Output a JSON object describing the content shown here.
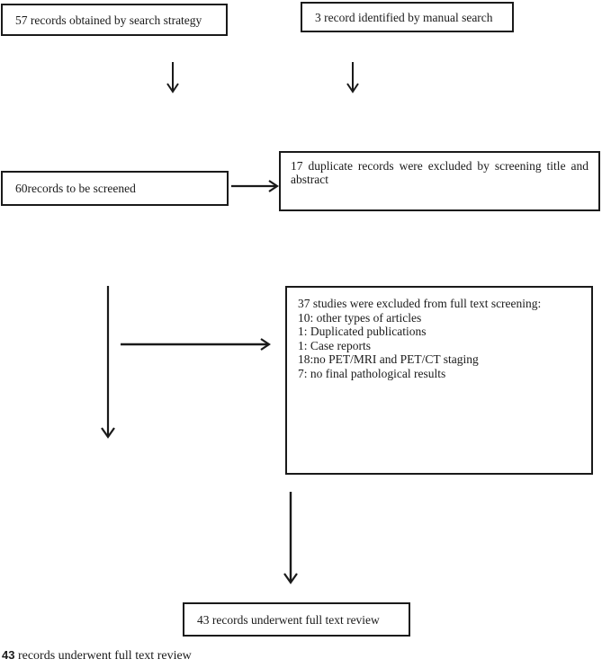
{
  "page": {
    "background": "#ffffff",
    "ink_color": "#1a1a1a"
  },
  "flowchart": {
    "nodes": [
      {
        "id": "records-search-strategy",
        "text": "57 records obtained by search strategy"
      },
      {
        "id": "records-manual-search",
        "text": "3 record identified by manual search"
      },
      {
        "id": "records-to-be-screened",
        "text": "60records to be screened"
      },
      {
        "id": "duplicates-excluded",
        "lines": [
          "17 duplicate records were excluded by screening title and",
          "abstract"
        ]
      },
      {
        "id": "fulltext-exclusions",
        "lines": [
          "37 studies were excluded from full text screening:",
          "10: other types of articles",
          "1: Duplicated publications",
          "1: Case reports",
          "18:no PET/MRI and PET/CT staging",
          "7: no final pathological results"
        ]
      },
      {
        "id": "fulltext-review",
        "text": "43 records underwent full text review"
      }
    ],
    "connections": [
      {
        "id": "search-strategy-down",
        "direction": "down"
      },
      {
        "id": "manual-search-down",
        "direction": "down"
      },
      {
        "id": "screened-to-duplicates",
        "direction": "right"
      },
      {
        "id": "screened-down-long",
        "direction": "down"
      },
      {
        "id": "branch-to-exclusions",
        "direction": "right"
      },
      {
        "id": "exclusions-to-review",
        "direction": "down"
      }
    ],
    "caption": {
      "bold": "43",
      "text": " records underwent full text review"
    }
  }
}
